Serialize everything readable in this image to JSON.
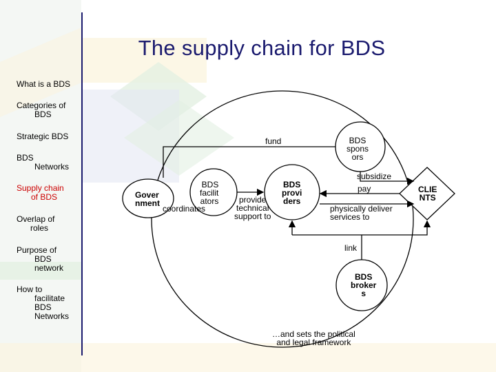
{
  "title": "The supply chain for BDS",
  "nav": [
    {
      "line1": "What is a BDS",
      "line2": ""
    },
    {
      "line1": "Categories of",
      "line2": "BDS"
    },
    {
      "line1": "Strategic BDS",
      "line2": ""
    },
    {
      "line1": "BDS",
      "line2": "Networks"
    },
    {
      "line1": "Supply chain",
      "line2": "of BDS",
      "active": true
    },
    {
      "line1": "Overlap of",
      "line2": "roles"
    },
    {
      "line1": "Purpose of",
      "line2": "BDS",
      "line3": "network"
    },
    {
      "line1": "How to",
      "line2": "facilitate",
      "line3": "BDS",
      "line4": "Networks"
    }
  ],
  "diagram": {
    "fund": "fund",
    "bds_sponsors": "BDS\nspons\nors",
    "subsidize": "subsidize",
    "government": "Gover\nnment",
    "bds_facilitators": "BDS\nfacilit\nators",
    "coordinates": "coordinates",
    "provide_technical": "provide\ntechnical\nsupport to",
    "bds_providers": "BDS\nprovi\nders",
    "pay": "pay",
    "physically_deliver": "physically deliver\nservices to",
    "clients": "CLIE\nNTS",
    "link": "link",
    "bds_brokers": "BDS\nbroker\ns",
    "framework": "…and sets the political\nand legal framework"
  },
  "colors": {
    "title": "#1a1a6e",
    "active_nav": "#cc0000",
    "deco_green": "#e3f0e2",
    "deco_yellow": "#fbf4dc",
    "deco_blue": "#e4e8f3"
  }
}
